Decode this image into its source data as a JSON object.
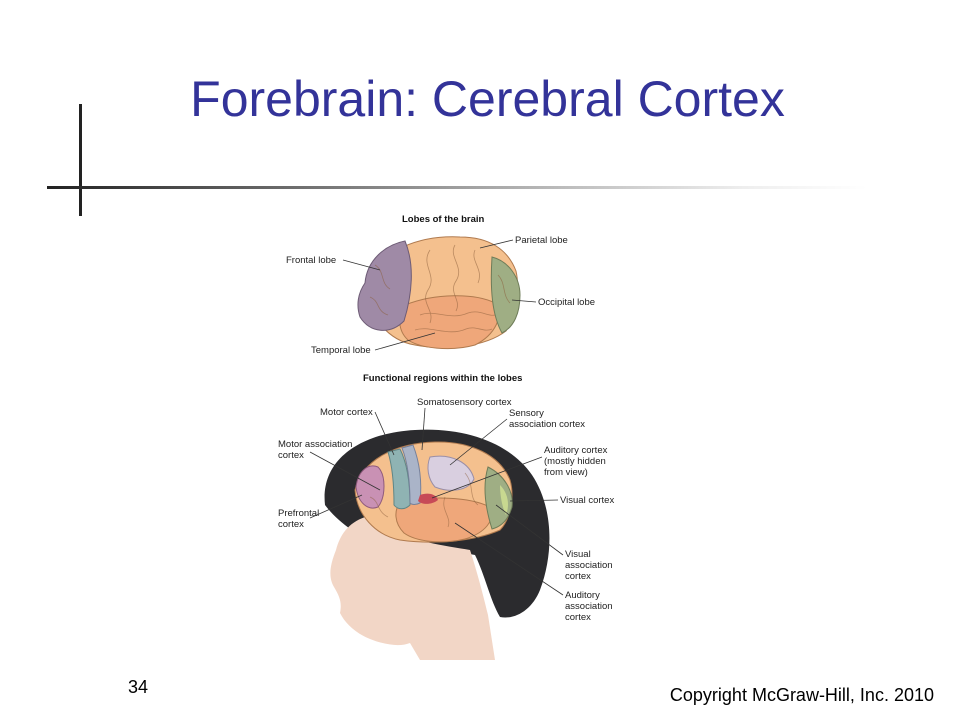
{
  "slide": {
    "title": "Forebrain: Cerebral Cortex",
    "number": "34",
    "copyright": "Copyright McGraw-Hill, Inc. 2010"
  },
  "diagram": {
    "top_heading": "Lobes of the brain",
    "lobes": {
      "frontal": "Frontal lobe",
      "parietal": "Parietal lobe",
      "occipital": "Occipital lobe",
      "temporal": "Temporal lobe"
    },
    "bottom_heading": "Functional regions within the lobes",
    "regions": {
      "motor": "Motor cortex",
      "somatosensory": "Somatosensory cortex",
      "sensory_assoc": [
        "Sensory",
        "association cortex"
      ],
      "motor_assoc": [
        "Motor association",
        "cortex"
      ],
      "auditory": [
        "Auditory cortex",
        "(mostly hidden",
        "from view)"
      ],
      "visual": "Visual cortex",
      "prefrontal": [
        "Prefrontal",
        "cortex"
      ],
      "visual_assoc": [
        "Visual",
        "association",
        "cortex"
      ],
      "auditory_assoc": [
        "Auditory",
        "association",
        "cortex"
      ]
    },
    "colors": {
      "frontal": "#9f8aa6",
      "parietal": "#f4c08e",
      "occipital": "#9fae84",
      "temporal": "#efa77a",
      "motor": "#8fb3b3",
      "somatosensory": "#aab4c8",
      "prefrontal": "#c991b4",
      "auditory": "#c74a57",
      "hair": "#2b2b2e",
      "skin": "#f2d6c6"
    }
  }
}
